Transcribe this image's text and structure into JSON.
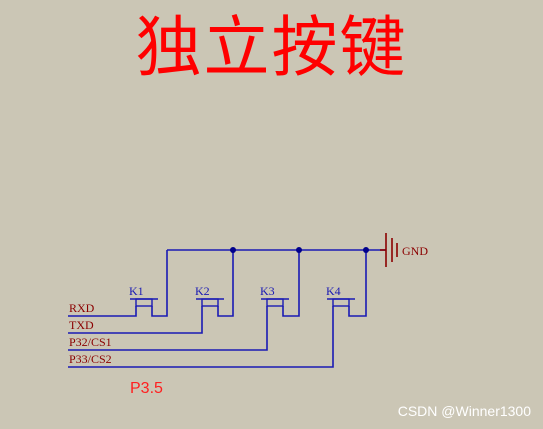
{
  "title": "独立按键",
  "note": "P3.5",
  "watermark": "CSDN @Winner1300",
  "ground_label": "GND",
  "keys": [
    "K1",
    "K2",
    "K3",
    "K4"
  ],
  "signals": [
    "RXD",
    "TXD",
    "P32/CS1",
    "P33/CS2"
  ],
  "colors": {
    "background": "#cbc6b5",
    "title": "#ff0000",
    "wire": "#1a1ab4",
    "label": "#8b0000",
    "key_label": "#1a1ab4",
    "note": "#ff2020",
    "watermark": "#ffffff",
    "junction": "#00008b"
  }
}
